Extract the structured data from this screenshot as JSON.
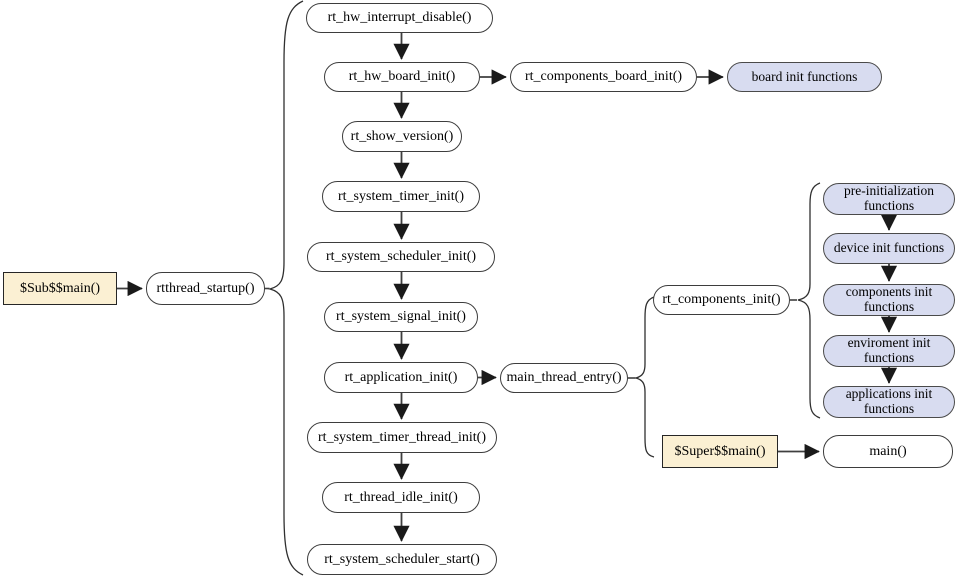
{
  "diagram": {
    "colors": {
      "background": "#ffffff",
      "node_fill": "#ffffff",
      "node_border": "#3d3d3d",
      "entry_node_fill": "#fbf0d3",
      "group_node_fill": "#d8dcf0",
      "connector": "#3f3f3f"
    },
    "nodes": {
      "sub_main": {
        "label": "$Sub$$main()",
        "style": "entry"
      },
      "rtthread_startup": {
        "label": "rtthread_startup()",
        "style": "plain"
      },
      "rt_hw_interrupt_disable": {
        "label": "rt_hw_interrupt_disable()",
        "style": "plain"
      },
      "rt_hw_board_init": {
        "label": "rt_hw_board_init()",
        "style": "plain"
      },
      "rt_components_board_init": {
        "label": "rt_components_board_init()",
        "style": "plain"
      },
      "board_init_functions": {
        "label": "board init functions",
        "style": "group"
      },
      "rt_show_version": {
        "label": "rt_show_version()",
        "style": "plain"
      },
      "rt_system_timer_init": {
        "label": "rt_system_timer_init()",
        "style": "plain"
      },
      "rt_system_scheduler_init": {
        "label": "rt_system_scheduler_init()",
        "style": "plain"
      },
      "rt_system_signal_init": {
        "label": "rt_system_signal_init()",
        "style": "plain"
      },
      "rt_application_init": {
        "label": "rt_application_init()",
        "style": "plain"
      },
      "main_thread_entry": {
        "label": "main_thread_entry()",
        "style": "plain"
      },
      "rt_components_init": {
        "label": "rt_components_init()",
        "style": "plain"
      },
      "pre_initialization_functions": {
        "label": "pre-initialization functions",
        "style": "group"
      },
      "device_init_functions": {
        "label": "device init functions",
        "style": "group"
      },
      "components_init_functions": {
        "label": "components init functions",
        "style": "group"
      },
      "enviroment_init_functions": {
        "label": "enviroment init functions",
        "style": "group"
      },
      "applications_init_functions": {
        "label": "applications init functions",
        "style": "group"
      },
      "rt_system_timer_thread_init": {
        "label": "rt_system_timer_thread_init()",
        "style": "plain"
      },
      "rt_thread_idle_init": {
        "label": "rt_thread_idle_init()",
        "style": "plain"
      },
      "rt_system_scheduler_start": {
        "label": "rt_system_scheduler_start()",
        "style": "plain"
      },
      "super_main": {
        "label": "$Super$$main()",
        "style": "entry"
      },
      "main": {
        "label": "main()",
        "style": "plain"
      }
    },
    "edges": [
      {
        "from": "sub_main",
        "to": "rtthread_startup",
        "kind": "arrow"
      },
      {
        "from": "rtthread_startup",
        "kind": "brace",
        "members": [
          "rt_hw_interrupt_disable",
          "rt_hw_board_init",
          "rt_show_version",
          "rt_system_timer_init",
          "rt_system_scheduler_init",
          "rt_system_signal_init",
          "rt_application_init",
          "rt_system_timer_thread_init",
          "rt_thread_idle_init",
          "rt_system_scheduler_start"
        ]
      },
      {
        "from": "rt_hw_interrupt_disable",
        "to": "rt_hw_board_init",
        "kind": "arrow"
      },
      {
        "from": "rt_hw_board_init",
        "to": "rt_components_board_init",
        "kind": "arrow"
      },
      {
        "from": "rt_components_board_init",
        "to": "board_init_functions",
        "kind": "arrow"
      },
      {
        "from": "rt_hw_board_init",
        "to": "rt_show_version",
        "kind": "arrow"
      },
      {
        "from": "rt_show_version",
        "to": "rt_system_timer_init",
        "kind": "arrow"
      },
      {
        "from": "rt_system_timer_init",
        "to": "rt_system_scheduler_init",
        "kind": "arrow"
      },
      {
        "from": "rt_system_scheduler_init",
        "to": "rt_system_signal_init",
        "kind": "arrow"
      },
      {
        "from": "rt_system_signal_init",
        "to": "rt_application_init",
        "kind": "arrow"
      },
      {
        "from": "rt_application_init",
        "to": "main_thread_entry",
        "kind": "arrow"
      },
      {
        "from": "main_thread_entry",
        "kind": "brace",
        "members": [
          "rt_components_init",
          "super_main"
        ]
      },
      {
        "from": "rt_components_init",
        "kind": "brace",
        "members": [
          "pre_initialization_functions",
          "device_init_functions",
          "components_init_functions",
          "enviroment_init_functions",
          "applications_init_functions"
        ]
      },
      {
        "from": "pre_initialization_functions",
        "to": "device_init_functions",
        "kind": "arrow"
      },
      {
        "from": "device_init_functions",
        "to": "components_init_functions",
        "kind": "arrow"
      },
      {
        "from": "components_init_functions",
        "to": "enviroment_init_functions",
        "kind": "arrow"
      },
      {
        "from": "enviroment_init_functions",
        "to": "applications_init_functions",
        "kind": "arrow"
      },
      {
        "from": "rt_application_init",
        "to": "rt_system_timer_thread_init",
        "kind": "arrow"
      },
      {
        "from": "rt_system_timer_thread_init",
        "to": "rt_thread_idle_init",
        "kind": "arrow"
      },
      {
        "from": "rt_thread_idle_init",
        "to": "rt_system_scheduler_start",
        "kind": "arrow"
      },
      {
        "from": "super_main",
        "to": "main",
        "kind": "arrow"
      }
    ]
  }
}
